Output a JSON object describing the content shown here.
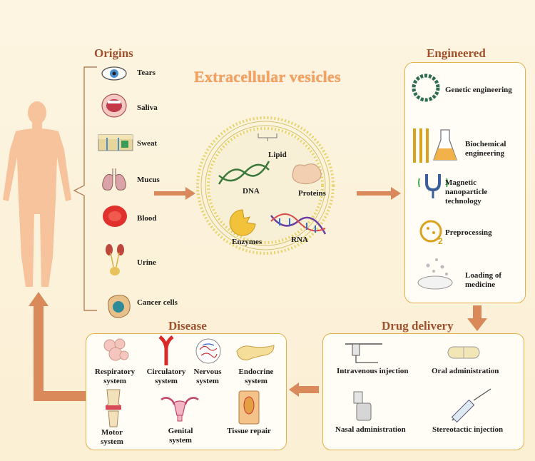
{
  "title": "Extracellular vesicles",
  "origins": {
    "header": "Origins",
    "items": [
      "Tears",
      "Saliva",
      "Sweat",
      "Mucus",
      "Blood",
      "Urine",
      "Cancer cells"
    ]
  },
  "vesicle": {
    "lipid": "Lipid",
    "dna": "DNA",
    "proteins": "Proteins",
    "enzymes": "Enzymes",
    "rna": "RNA"
  },
  "engineered": {
    "header": "Engineered",
    "items": [
      "Genetic engineering",
      "Biochemical engineering",
      "Magnetic nanoparticle technology",
      "Preprocessing",
      "Loading of medicine"
    ]
  },
  "drug_delivery": {
    "header": "Drug delivery",
    "items": [
      "Intravenous injection",
      "Oral administration",
      "Nasal administration",
      "Stereotactic injection"
    ]
  },
  "disease": {
    "header": "Disease",
    "items": [
      "Respiratory system",
      "Circulatory system",
      "Nervous system",
      "Endocrine system",
      "Motor system",
      "Genital system",
      "Tissue repair"
    ]
  },
  "colors": {
    "arrow": "#d9895a",
    "header": "#a0522d",
    "box_border": "#e2b24a",
    "body": "#f7c39c"
  }
}
